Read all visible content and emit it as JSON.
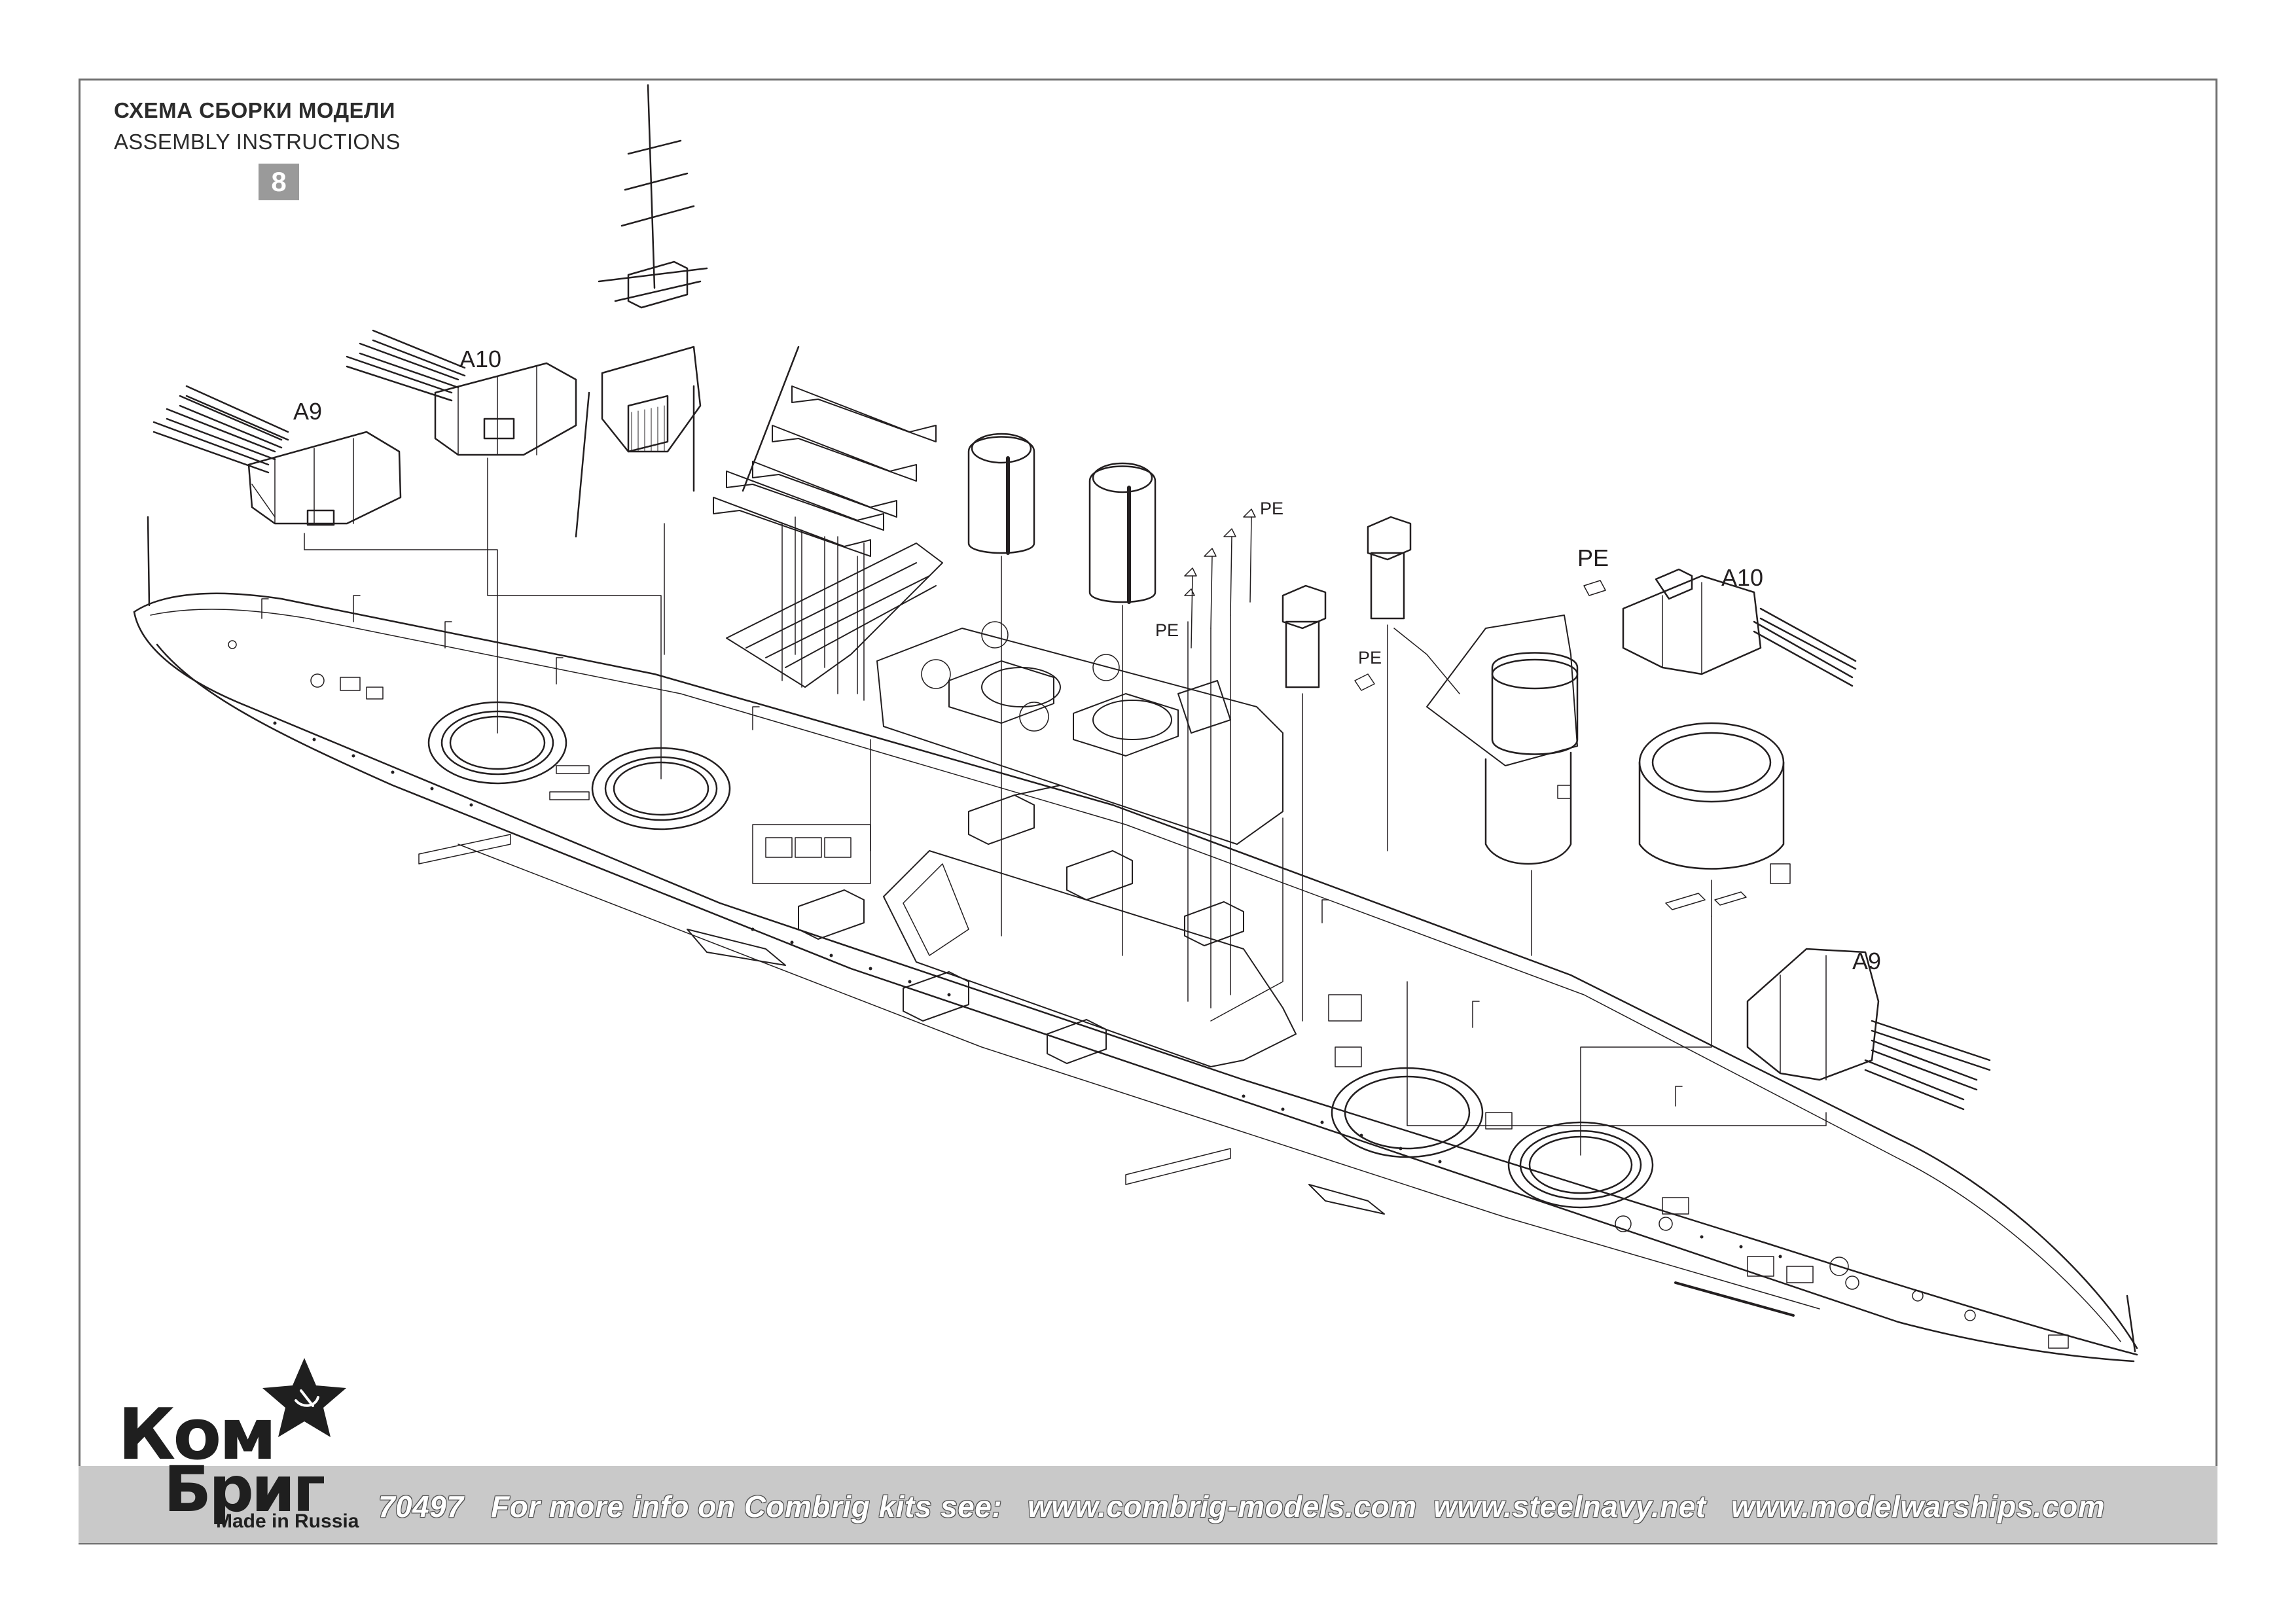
{
  "header": {
    "title_ru": "СХЕМА СБОРКИ МОДЕЛИ",
    "title_en": "ASSEMBLY INSTRUCTIONS",
    "step_number": "8"
  },
  "callouts": {
    "a9_left": "A9",
    "a10_left": "A10",
    "pe_top": "PE",
    "pe_mid": "PE",
    "pe_right_small": "PE",
    "pe_right": "PE",
    "a10_right": "A10",
    "a9_right": "A9"
  },
  "footer": {
    "catalog_number": "70497",
    "info_text": "For more info on Combrig kits see:",
    "url_1": "www.combrig-models.com",
    "url_2": "www.steelnavy.net",
    "url_3": "www.modelwarships.com"
  },
  "logo": {
    "line1": "Ком",
    "line2": "Бриг",
    "tagline": "Made in Russia"
  },
  "colors": {
    "line": "#231f20",
    "frame": "#6d6d6d",
    "footer_band": "#c9c9c9",
    "badge": "#9a9a9a",
    "star": "#1f1f1f"
  }
}
